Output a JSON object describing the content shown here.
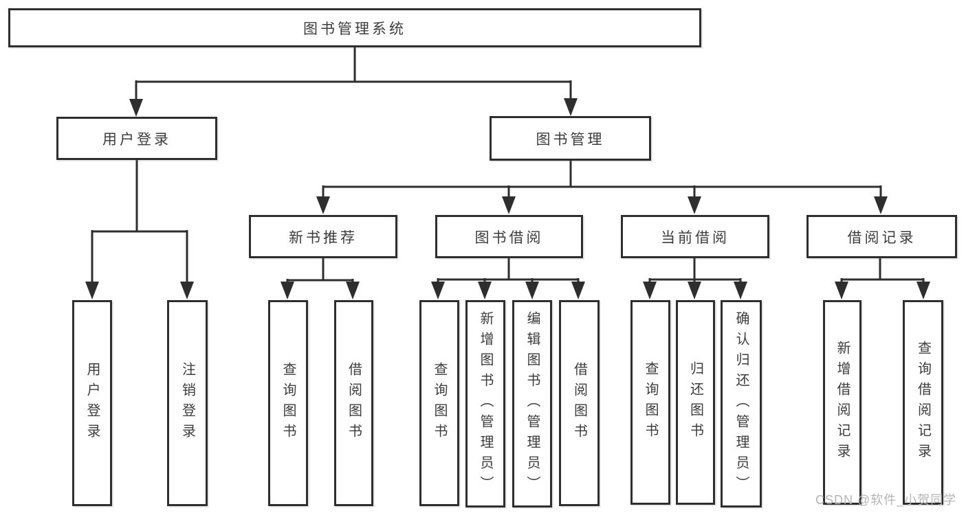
{
  "diagram": {
    "type": "tree-structure-chart",
    "colors": {
      "line": "#2e2e2e",
      "box_border": "#2e2e2e",
      "box_background": "#ffffff",
      "text": "#3c3c3c",
      "watermark_text": "#b4b4b4"
    },
    "watermark": "CSDN @软件_小贺同学",
    "nodes": {
      "root": {
        "label": "图书管理系统"
      },
      "user_login": {
        "label": "用户登录"
      },
      "book_mgmt": {
        "label": "图书管理"
      },
      "new_book_rec": {
        "label": "新书推荐"
      },
      "book_borrow": {
        "label": "图书借阅"
      },
      "current_borrow": {
        "label": "当前借阅"
      },
      "borrow_record": {
        "label": "借阅记录"
      },
      "leaf_user_login": {
        "label": "用户登录"
      },
      "leaf_logout": {
        "label": "注销登录"
      },
      "leaf_query_book_a": {
        "label": "查询图书"
      },
      "leaf_borrow_book_a": {
        "label": "借阅图书"
      },
      "leaf_query_book_b": {
        "label": "查询图书"
      },
      "leaf_add_book": {
        "label": "新增图书（管理员）"
      },
      "leaf_edit_book": {
        "label": "编辑图书（管理员）"
      },
      "leaf_borrow_book_b": {
        "label": "借阅图书"
      },
      "leaf_query_book_c": {
        "label": "查询图书"
      },
      "leaf_return_book": {
        "label": "归还图书"
      },
      "leaf_confirm_return": {
        "label": "确认归还（管理员）"
      },
      "leaf_add_record": {
        "label": "新增借阅记录"
      },
      "leaf_query_record": {
        "label": "查询借阅记录"
      }
    },
    "hierarchy": {
      "图书管理系统": [
        "用户登录",
        "图书管理"
      ],
      "用户登录": [
        "用户登录",
        "注销登录"
      ],
      "图书管理": [
        "新书推荐",
        "图书借阅",
        "当前借阅",
        "借阅记录"
      ],
      "新书推荐": [
        "查询图书",
        "借阅图书"
      ],
      "图书借阅": [
        "查询图书",
        "新增图书（管理员）",
        "编辑图书（管理员）",
        "借阅图书"
      ],
      "当前借阅": [
        "查询图书",
        "归还图书",
        "确认归还（管理员）"
      ],
      "借阅记录": [
        "新增借阅记录",
        "查询借阅记录"
      ]
    }
  }
}
